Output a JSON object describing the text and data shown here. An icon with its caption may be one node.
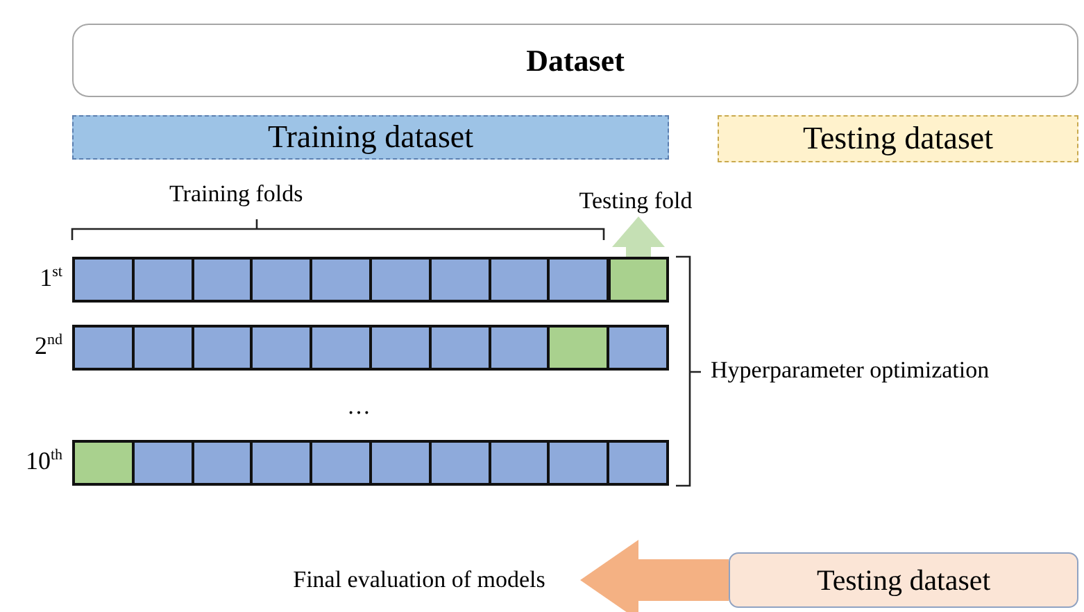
{
  "diagram": {
    "nodes": [
      {
        "text": [
          "Dataset"
        ]
      },
      {
        "text": [
          "Training dataset"
        ]
      },
      {
        "text": [
          "Testing dataset"
        ]
      },
      {
        "text": [
          "Testing fold"
        ]
      },
      {
        "text": [],
        "shape": "bar",
        "beside": [
          "1$^{st}$"
        ]
      },
      {
        "text": [],
        "shape": "box",
        "in": 4
      },
      {
        "text": [],
        "shape": "bar",
        "beside": [
          "2$^{nd}$"
        ]
      },
      {
        "text": [],
        "shape": "bar",
        "beside": [
          "10$^{th}$"
        ]
      },
      {
        "text": [
          "Final evaluation of models"
        ]
      },
      {
        "text": [
          "Testing dataset"
        ]
      }
    ],
    "edges": [
      {
        "from": 5,
        "to": 3,
        "arrow": "to",
        "color": "#c5e0b4"
      },
      {
        "from": 9,
        "to": 8,
        "arrow": "to",
        "color": "#f4b183"
      }
    ],
    "labels": [
      "Training folds",
      "…",
      "Hyperparameter optimization"
    ]
  }
}
